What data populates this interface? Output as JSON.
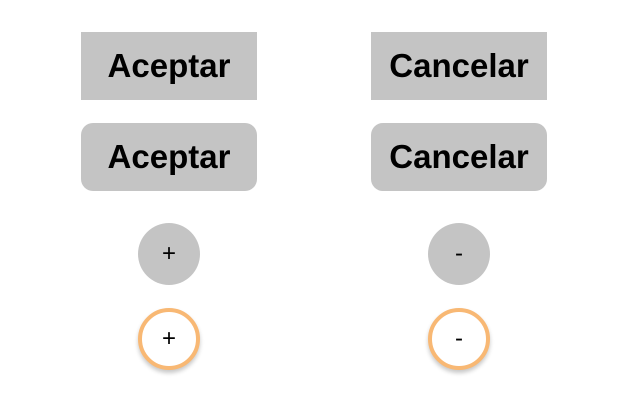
{
  "colors": {
    "button_fill": "#c4c4c4",
    "outline_accent": "#f8b874",
    "text": "#000000",
    "background": "#ffffff"
  },
  "buttons": {
    "accept_square_label": "Aceptar",
    "cancel_square_label": "Cancelar",
    "accept_rounded_label": "Aceptar",
    "cancel_rounded_label": "Cancelar",
    "plus_filled_label": "+",
    "minus_filled_label": "-",
    "plus_outlined_label": "+",
    "minus_outlined_label": "-"
  }
}
